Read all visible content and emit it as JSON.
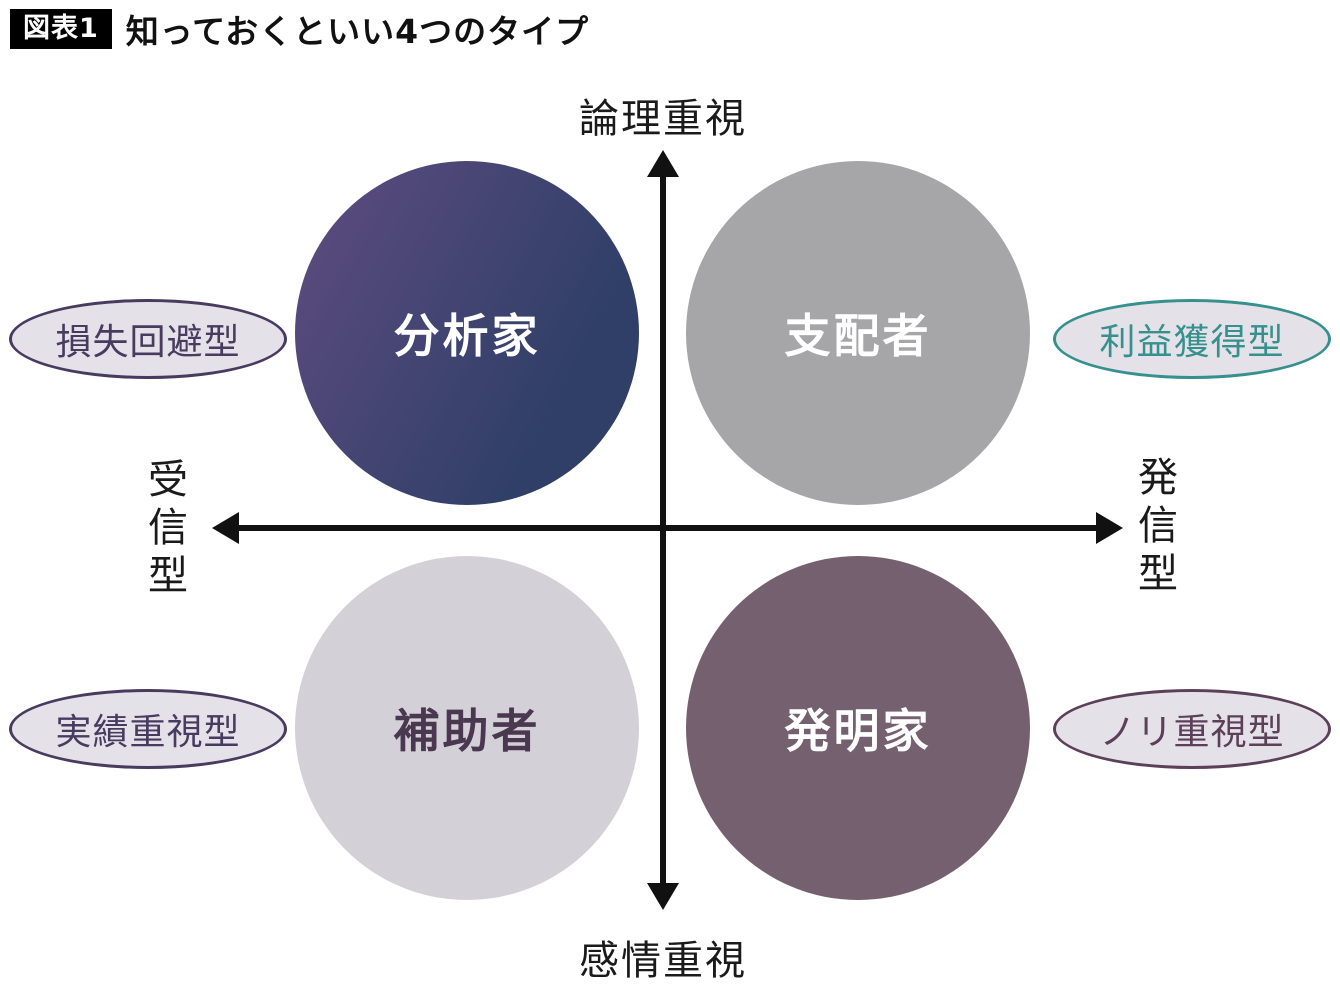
{
  "figure": {
    "badge": "図表1",
    "title": "知っておくといい4つのタイプ"
  },
  "axes": {
    "top_label": "論理重視",
    "bottom_label": "感情重視",
    "left_label": "受信型",
    "right_label": "発信型",
    "line_color": "#111111"
  },
  "quadrants": {
    "top_left": {
      "label": "分析家",
      "gradient_start": "#5f4c80",
      "gradient_end": "#2f3f68",
      "text_color": "#ffffff"
    },
    "top_right": {
      "label": "支配者",
      "fill": "#a6a6a9",
      "text_color": "#ffffff"
    },
    "bottom_left": {
      "label": "補助者",
      "fill": "#d4d0d8",
      "text_color": "#4a3750"
    },
    "bottom_right": {
      "label": "発明家",
      "fill": "#756070",
      "text_color": "#ffffff"
    }
  },
  "side_labels": {
    "left_top": {
      "label": "損失回避型",
      "fill": "#e4e2e8",
      "border_color": "#493a60",
      "text_color": "#493a60"
    },
    "right_top": {
      "label": "利益獲得型",
      "fill": "#e4e2e8",
      "border_color": "#35908e",
      "text_color": "#35908e"
    },
    "left_bottom": {
      "label": "実績重視型",
      "fill": "#e4e2e8",
      "border_color": "#493a60",
      "text_color": "#493a60"
    },
    "right_bottom": {
      "label": "ノリ重視型",
      "fill": "#e4e2e8",
      "border_color": "#5c3f58",
      "text_color": "#5c3f58"
    }
  }
}
